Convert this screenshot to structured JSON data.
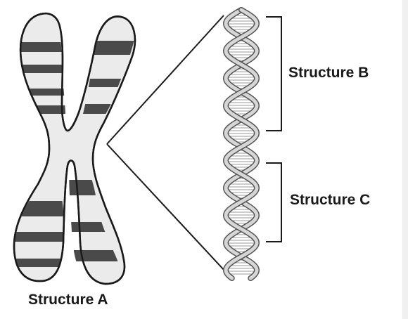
{
  "labels": {
    "structure_a": "Structure A",
    "structure_b": "Structure B",
    "structure_c": "Structure C"
  }
}
